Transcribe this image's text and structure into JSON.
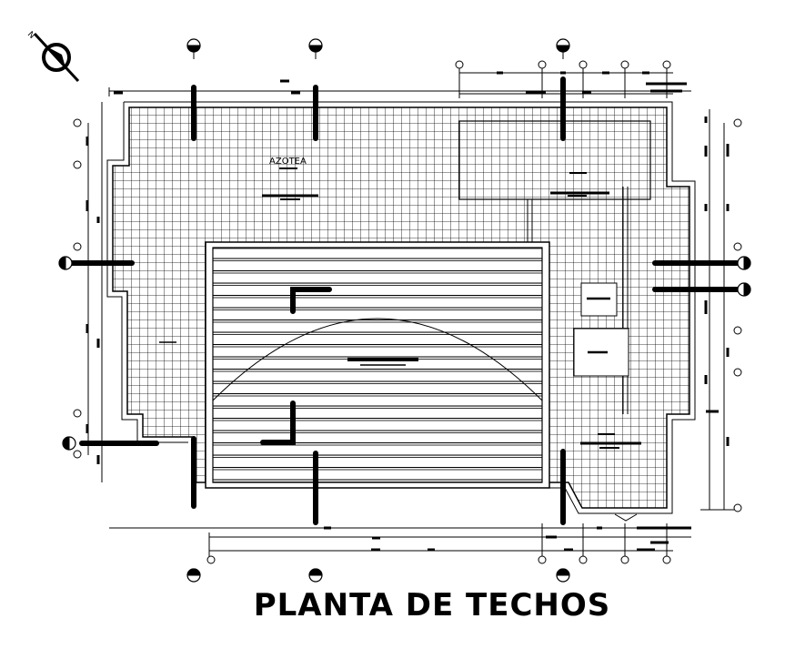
{
  "drawing": {
    "title": "PLANTA DE TECHOS",
    "room_label": "AZOTEA",
    "north_label": "N",
    "colors": {
      "ink": "#000000",
      "paper": "#ffffff"
    },
    "roof_finishes": {
      "tiled_area_pattern": "square-grid",
      "center_roof_pattern": "horizontal-stripes",
      "center_roof_has_arc": true
    }
  }
}
